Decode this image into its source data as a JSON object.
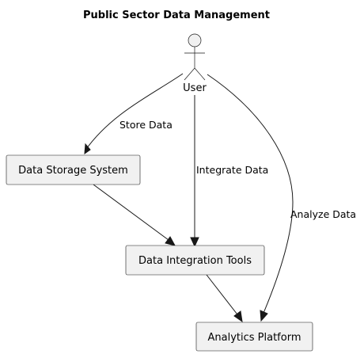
{
  "diagram": {
    "title": "Public Sector Data Management",
    "actor": {
      "label": "User"
    },
    "nodes": {
      "storage": "Data Storage System",
      "integration": "Data Integration Tools",
      "analytics": "Analytics Platform"
    },
    "edges": {
      "store": "Store Data",
      "integrate": "Integrate Data",
      "analyze": "Analyze Data"
    }
  }
}
